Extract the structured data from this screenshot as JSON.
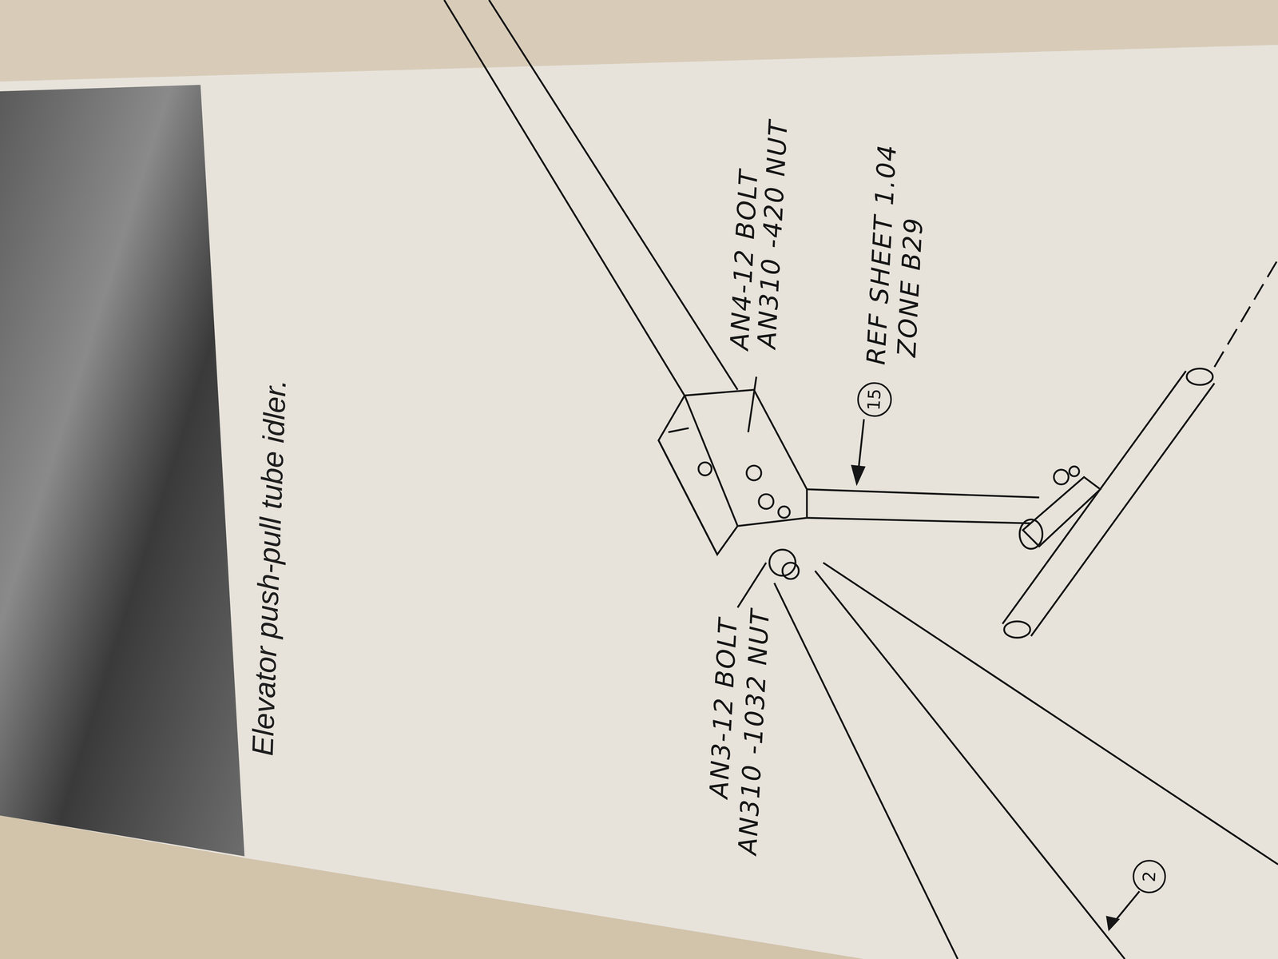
{
  "diagram": {
    "caption": "Elevator push-pull tube idler.",
    "nodes": [
      {
        "text": [
          "15"
        ]
      },
      {
        "text": [
          "2"
        ]
      }
    ],
    "labels": [
      "AN4-12 BOLT",
      "AN310 -420 NUT",
      "REF SHEET 1.04",
      "ZONE B29",
      "AN3-12 BOLT",
      "AN310 -1032 NUT"
    ]
  }
}
